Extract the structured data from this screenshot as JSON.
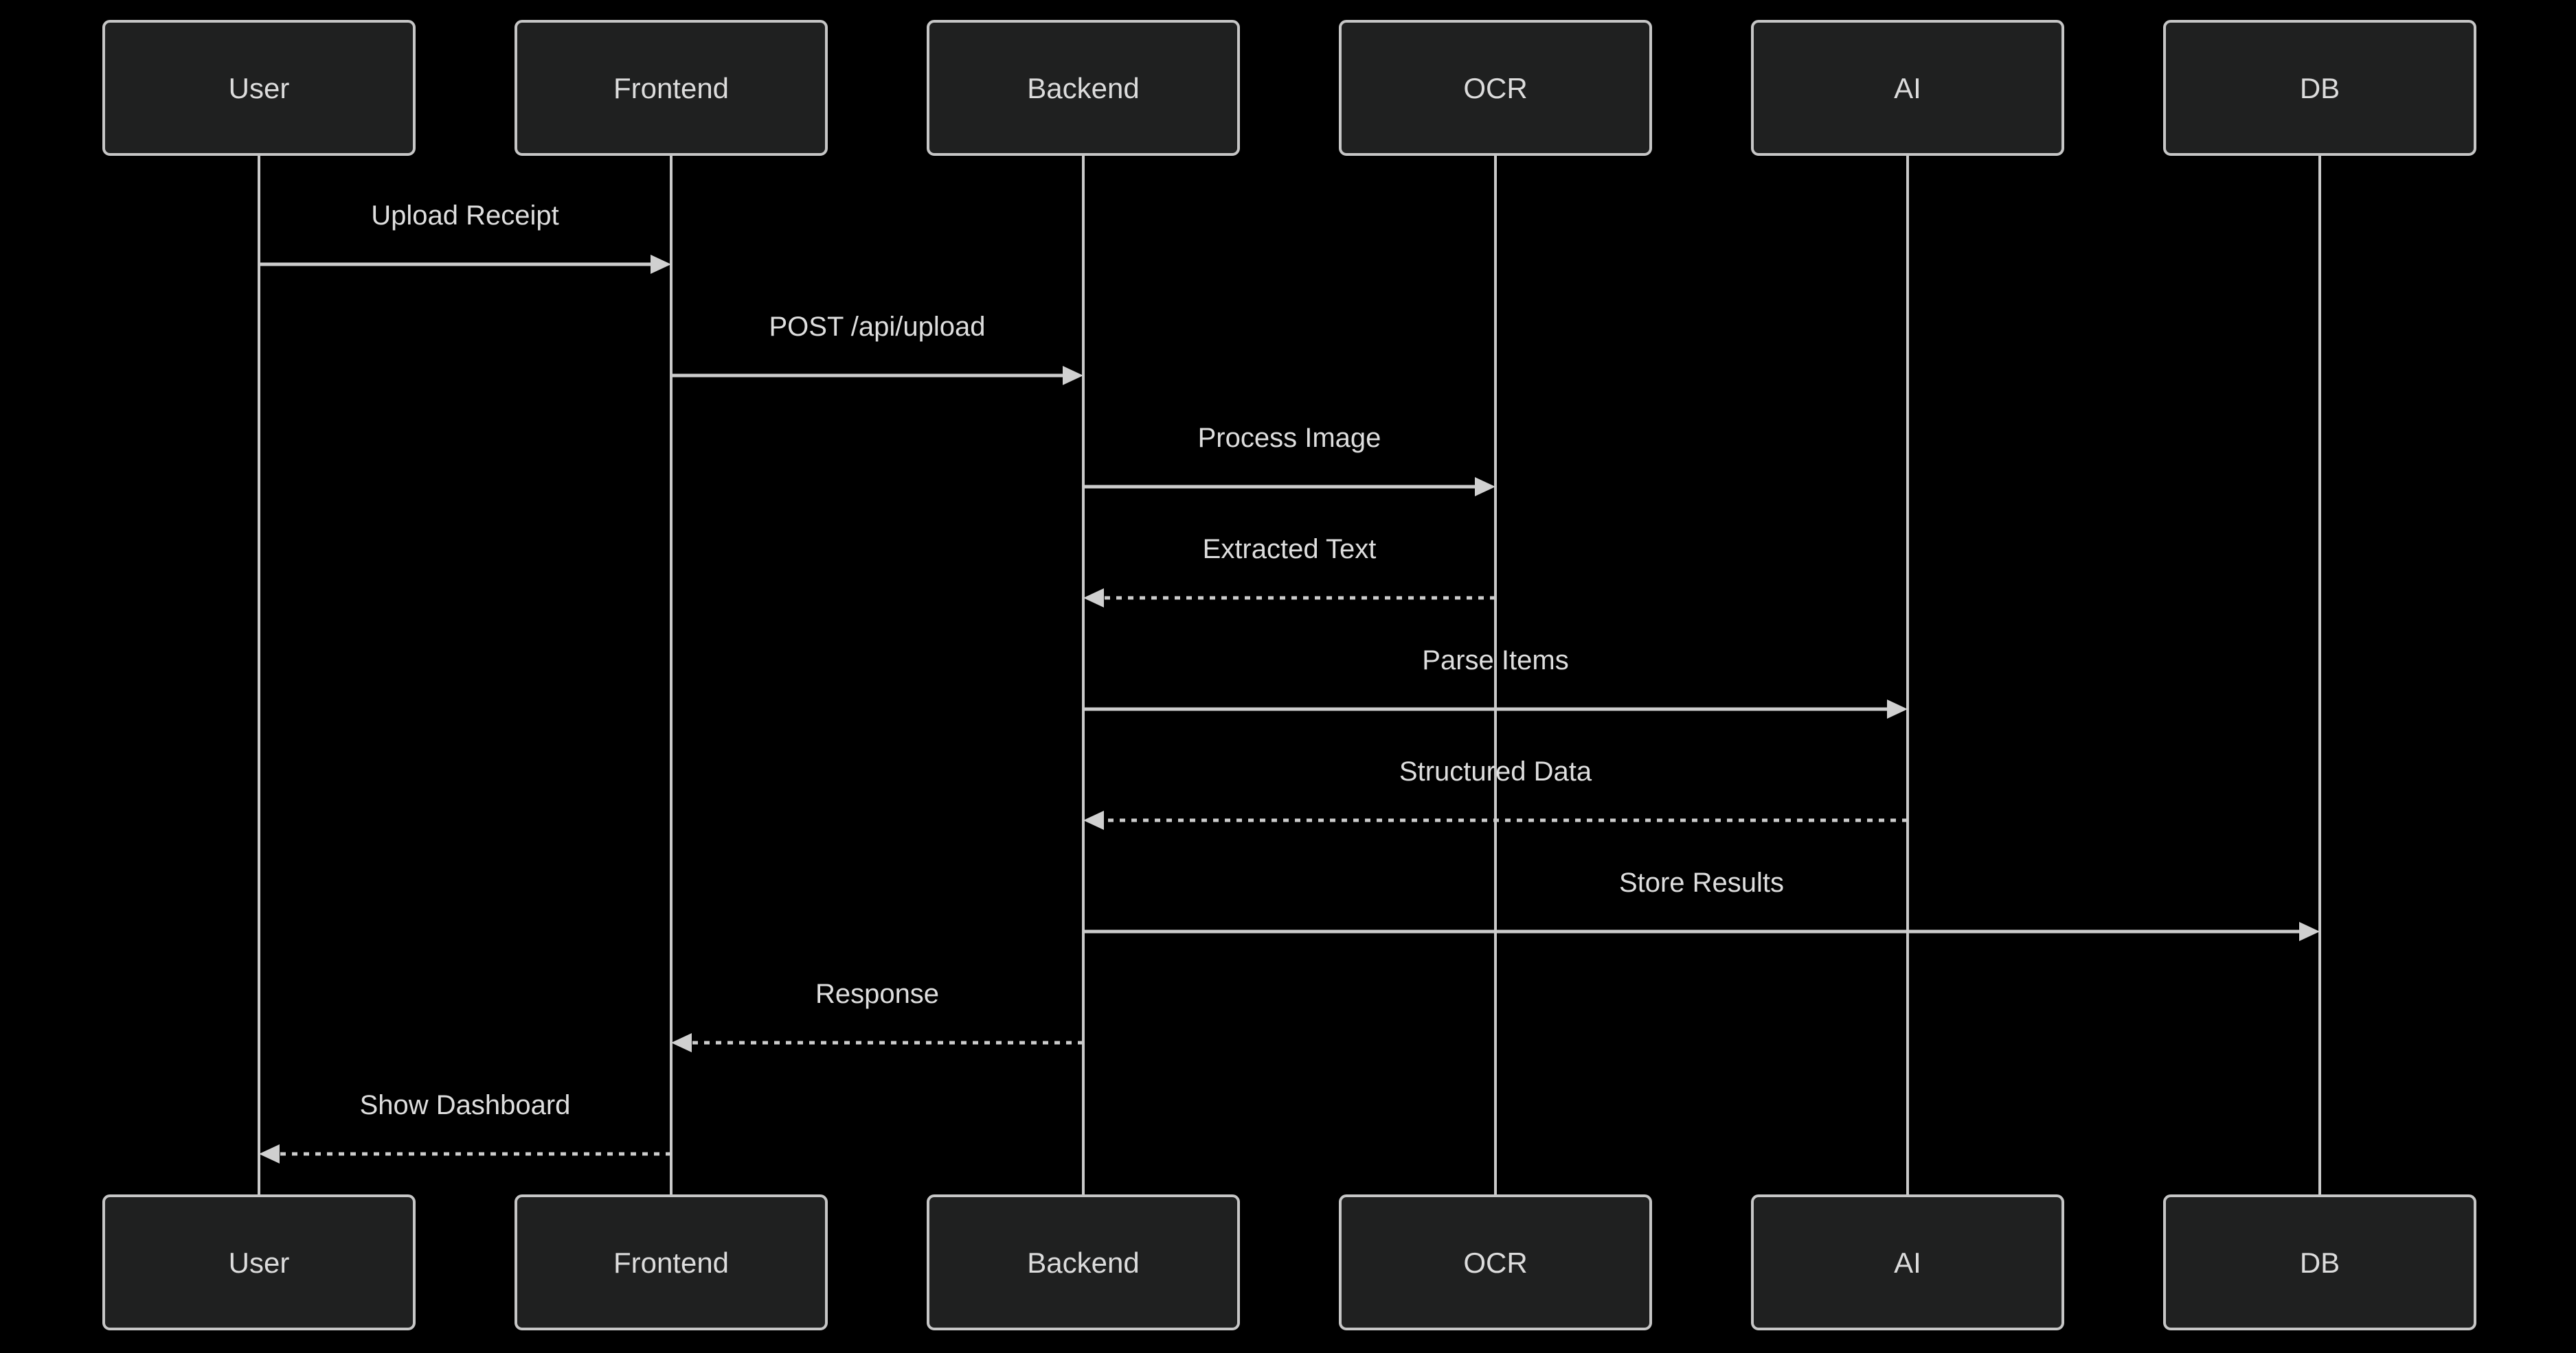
{
  "diagram": {
    "kind": "sequence-diagram",
    "colors": {
      "background": "#000000",
      "actor_fill": "#1f2020",
      "actor_border": "#c6c6c6",
      "text": "#dcdcdc",
      "signal_line": "#cccccc",
      "arrowhead": "#d0d0d0"
    }
  },
  "actors": [
    {
      "label": "User"
    },
    {
      "label": "Frontend"
    },
    {
      "label": "Backend"
    },
    {
      "label": "OCR"
    },
    {
      "label": "AI"
    },
    {
      "label": "DB"
    }
  ],
  "messages": [
    {
      "from": "User",
      "to": "Frontend",
      "label": "Upload Receipt",
      "line": "solid",
      "direction": "right"
    },
    {
      "from": "Frontend",
      "to": "Backend",
      "label": "POST /api/upload",
      "line": "solid",
      "direction": "right"
    },
    {
      "from": "Backend",
      "to": "OCR",
      "label": "Process Image",
      "line": "solid",
      "direction": "right"
    },
    {
      "from": "OCR",
      "to": "Backend",
      "label": "Extracted Text",
      "line": "dashed",
      "direction": "left"
    },
    {
      "from": "Backend",
      "to": "AI",
      "label": "Parse Items",
      "line": "solid",
      "direction": "right"
    },
    {
      "from": "AI",
      "to": "Backend",
      "label": "Structured Data",
      "line": "dashed",
      "direction": "left"
    },
    {
      "from": "Backend",
      "to": "DB",
      "label": "Store Results",
      "line": "solid",
      "direction": "right"
    },
    {
      "from": "Backend",
      "to": "Frontend",
      "label": "Response",
      "line": "dashed",
      "direction": "left"
    },
    {
      "from": "Frontend",
      "to": "User",
      "label": "Show Dashboard",
      "line": "dashed",
      "direction": "left"
    }
  ]
}
